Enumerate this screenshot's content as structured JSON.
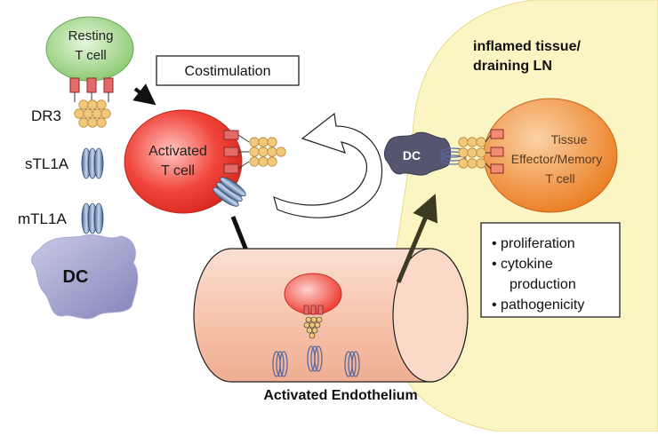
{
  "labels": {
    "resting_t_cell_line1": "Resting",
    "resting_t_cell_line2": "T cell",
    "costimulation": "Costimulation",
    "dr3": "DR3",
    "stl1a": "sTL1A",
    "mtl1a": "mTL1A",
    "dc_left": "DC",
    "activated_t_cell_line1": "Activated",
    "activated_t_cell_line2": "T cell",
    "inflamed_line1": "inflamed tissue/",
    "inflamed_line2": "draining LN",
    "dc_right": "DC",
    "tissue_cell_line1": "Tissue",
    "tissue_cell_line2": "Effector/Memory",
    "tissue_cell_line3": "T cell",
    "endothelium": "Activated Endothelium"
  },
  "effects": {
    "items": [
      "• proliferation",
      "•  cytokine",
      "production",
      "• pathogenicity"
    ]
  },
  "colors": {
    "zone_fill": "#fbf5c4",
    "resting_cell": "#9fd58a",
    "activated_cell": "#ec3a30",
    "tissue_cell": "#ee8a2e",
    "dc_fill": "#8b8cc0",
    "dc_dark": "#4a4a6a",
    "receptor": "#e46a6a",
    "ligand_bead": "#f2c97a",
    "trimer": "#8ea5c8",
    "vessel": "#f7c5ae"
  }
}
